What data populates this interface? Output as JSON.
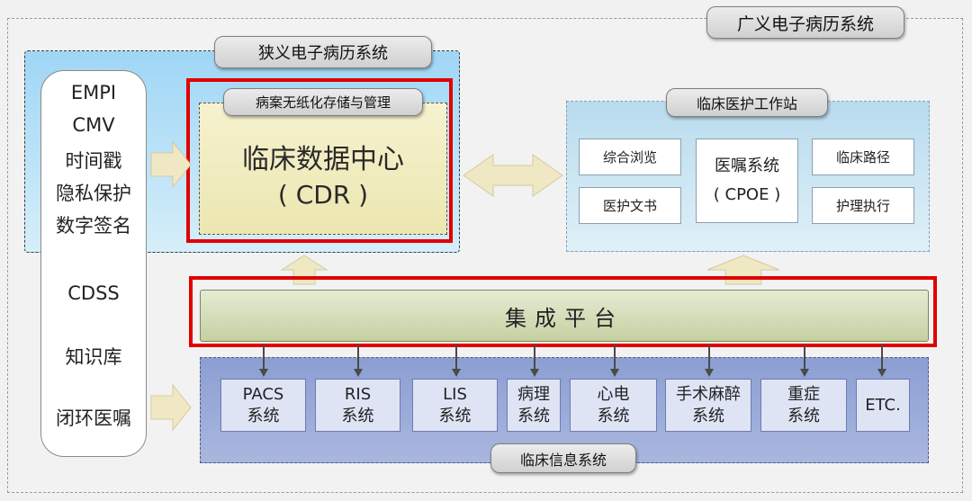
{
  "broad_emr": {
    "title": "广义电子病历系统"
  },
  "narrow_emr": {
    "title": "狭义电子病历系统",
    "left_column": [
      "EMPI",
      "CMV",
      "时间戳",
      "隐私保护",
      "数字签名",
      "CDSS",
      "知识库",
      "闭环医嘱"
    ],
    "paperless": "病案无纸化存储与管理",
    "cdr_line1": "临床数据中心",
    "cdr_line2": "( CDR )"
  },
  "clinical_workstation": {
    "title": "临床医护工作站",
    "items": {
      "browse": "综合浏览",
      "documents": "医护文书",
      "cpoe_line1": "医嘱系统",
      "cpoe_line2": "( CPOE )",
      "pathway": "临床路径",
      "nursing": "护理执行"
    }
  },
  "integration_platform": {
    "label": "集成平台"
  },
  "clinical_info_system": {
    "title": "临床信息系统",
    "items": [
      {
        "line1": "PACS",
        "line2": "系统"
      },
      {
        "line1": "RIS",
        "line2": "系统"
      },
      {
        "line1": "LIS",
        "line2": "系统"
      },
      {
        "line1": "病理",
        "line2": "系统"
      },
      {
        "line1": "心电",
        "line2": "系统"
      },
      {
        "line1": "手术麻醉",
        "line2": "系统"
      },
      {
        "line1": "重症",
        "line2": "系统"
      },
      {
        "line1": "ETC.",
        "line2": ""
      }
    ]
  },
  "colors": {
    "highlight": "#e00000",
    "arrow_fill": "#efe8c3",
    "narrow_bg": "#9fd6f5",
    "platform_bg": "#cdd6ad",
    "cis_bg": "#95a5d6"
  }
}
